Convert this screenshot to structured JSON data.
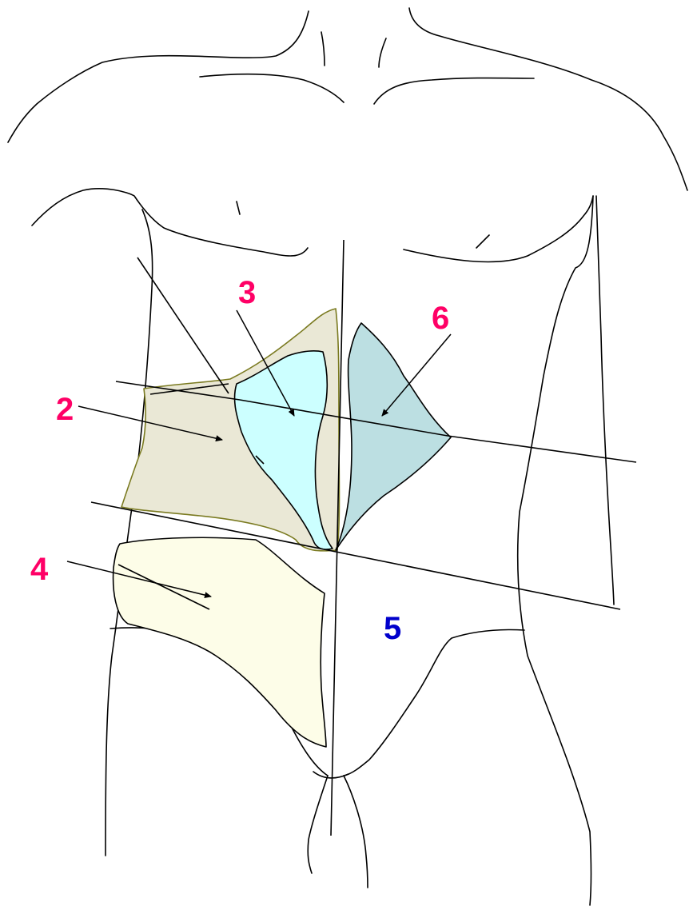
{
  "labels": [
    {
      "id": "2",
      "text": "2"
    },
    {
      "id": "3",
      "text": "3"
    },
    {
      "id": "4",
      "text": "4"
    },
    {
      "id": "5",
      "text": "5"
    },
    {
      "id": "6",
      "text": "6"
    }
  ],
  "colors": {
    "label_accent": "#ff0066",
    "label_center": "#0000cc",
    "region_2_fill": "#eae8d6",
    "region_2_stroke": "#7a7a20",
    "region_3_fill": "#ccffff",
    "region_4_fill": "#fdfde8",
    "region_6_fill": "#bcdfe2",
    "outline": "#000000"
  }
}
